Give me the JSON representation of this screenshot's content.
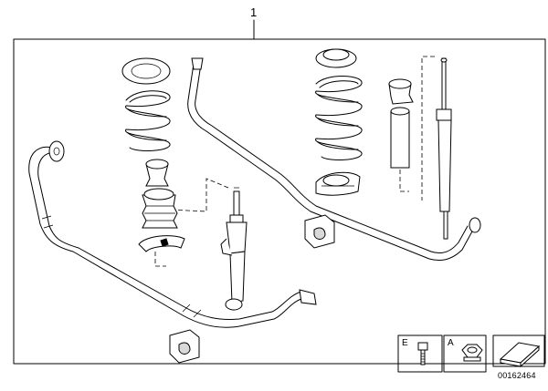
{
  "diagram": {
    "part_number": "1",
    "legend": {
      "code_e": "E",
      "code_a": "A"
    },
    "document_number": "00162464"
  }
}
